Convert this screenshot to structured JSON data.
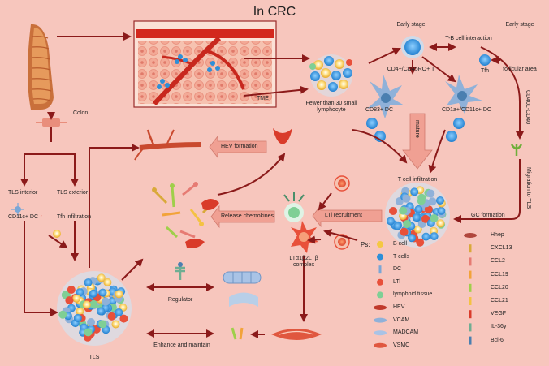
{
  "title": "In CRC",
  "labels": {
    "colon": "Colon",
    "tme": "TME",
    "fewer_small_lymphocyte": "Fewer than 30 small lymphocyte",
    "early_stage_left": "Early stage",
    "early_stage_right": "Early stage",
    "tb_interaction": "T-B cell interaction",
    "cd4_cd45ro": "CD4+/CD45RO+ T",
    "tfh_top": "Tfh",
    "follicular_area": "follicular area",
    "cd83_dc": "CD83+ DC",
    "cd1a_dc": "CD1a+/CD11c+ DC",
    "cd40l_cd40": "CD40L-CD40",
    "mature": "mature",
    "t_cell_infiltration": "T cell infiltration",
    "migration_to_tls": "Migration to TLS",
    "gc_formation": "GC formation",
    "hev_formation": "HEV formation",
    "tls_interior": "TLS interior",
    "tls_exterior": "TLS exterior",
    "cd11c_dc": "CD11c+ DC",
    "tfh_infiltration": "Tfh infiltration",
    "release_chemokines": "Release chemokines",
    "lti_recruitment": "LTi recruitment",
    "lt_complex": "LTα1β2LTβ complex",
    "regulator": "Regulator",
    "enhance_maintain": "Enhance and maintain",
    "tls": "TLS",
    "ps": "Ps:"
  },
  "legend_left": [
    {
      "label": "B cell",
      "icon": "b-cell-icon",
      "color": "#f5c842"
    },
    {
      "label": "T cells",
      "icon": "t-cell-icon",
      "color": "#2e8fd8"
    },
    {
      "label": "DC",
      "icon": "dc-icon",
      "color": "#7aa6d6"
    },
    {
      "label": "LTi",
      "icon": "lti-icon",
      "color": "#e8503a"
    },
    {
      "label": "lymphoid tissue",
      "icon": "lymphoid-tissue-icon",
      "color": "#7fcf95"
    },
    {
      "label": "HEV",
      "icon": "hev-icon",
      "color": "#c0392b"
    },
    {
      "label": "VCAM",
      "icon": "vcam-icon",
      "color": "#8fb1d9"
    },
    {
      "label": "MADCAM",
      "icon": "madcam-icon",
      "color": "#a9c3e6"
    },
    {
      "label": "VSMC",
      "icon": "vsmc-icon",
      "color": "#e0573f"
    }
  ],
  "legend_right": [
    {
      "label": "Hhep",
      "icon": "hhep-icon",
      "color": "#b0473d"
    },
    {
      "label": "CXCL13",
      "icon": "cxcl13-icon",
      "color": "#d9a93a"
    },
    {
      "label": "CCL2",
      "icon": "ccl2-icon",
      "color": "#e67b73"
    },
    {
      "label": "CCL19",
      "icon": "ccl19-icon",
      "color": "#f2a33a"
    },
    {
      "label": "CCL20",
      "icon": "ccl20-icon",
      "color": "#9fcf4a"
    },
    {
      "label": "CCL21",
      "icon": "ccl21-icon",
      "color": "#f4c242"
    },
    {
      "label": "VEGF",
      "icon": "vegf-icon",
      "color": "#d93b2a"
    },
    {
      "label": "IL-36γ",
      "icon": "il36-icon",
      "color": "#6fae92"
    },
    {
      "label": "Bcl-6",
      "icon": "bcl6-icon",
      "color": "#4a7fb0"
    }
  ]
}
